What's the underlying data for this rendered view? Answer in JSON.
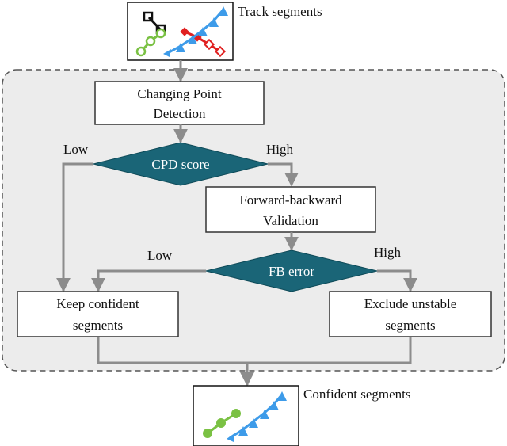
{
  "input": {
    "label": "Track segments"
  },
  "output": {
    "label": "Confident segments"
  },
  "steps": {
    "cpd": {
      "line1": "Changing Point",
      "line2": "Detection"
    },
    "fb": {
      "line1": "Forward-backward",
      "line2": "Validation"
    },
    "keep": {
      "line1": "Keep confident",
      "line2": "segments"
    },
    "exclude": {
      "line1": "Exclude unstable",
      "line2": "segments"
    }
  },
  "decisions": {
    "cpd_score": {
      "label": "CPD score",
      "left": "Low",
      "right": "High"
    },
    "fb_error": {
      "label": "FB error",
      "left": "Low",
      "right": "High"
    }
  },
  "colors": {
    "diamond": "#1a6577",
    "edge": "#8c8c8c",
    "container": "#ececec",
    "green": "#7ac143",
    "blue": "#3d9be9",
    "red": "#e02020"
  }
}
